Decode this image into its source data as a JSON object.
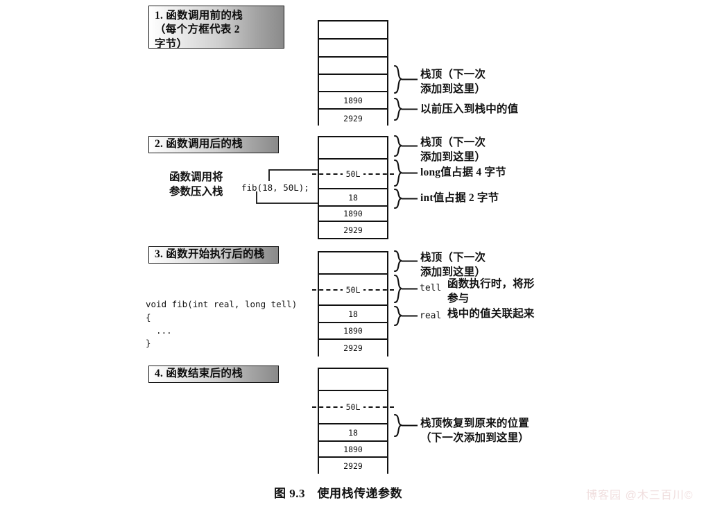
{
  "figure": {
    "caption": "图 9.3　使用栈传递参数",
    "watermark": "博客园 @木三百川©"
  },
  "sections": [
    {
      "id": "before-call",
      "banner": "1. 函数调用前的栈\n（每个方框代表 2\n字节）",
      "stack": {
        "cells": [
          {
            "value": "",
            "kind": "empty"
          },
          {
            "value": "",
            "kind": "empty"
          },
          {
            "value": "",
            "kind": "empty"
          },
          {
            "value": "",
            "kind": "empty"
          },
          {
            "value": "1890",
            "kind": "value"
          },
          {
            "value": "2929",
            "kind": "value"
          }
        ]
      },
      "annotations": [
        {
          "id": "top-of-stack",
          "text": "栈顶（下一次\n添加到这里）"
        },
        {
          "id": "previously-pushed",
          "text": "以前压入到栈中的值"
        }
      ]
    },
    {
      "id": "after-call",
      "banner": "2. 函数调用后的栈",
      "flow_label": "函数调用将\n参数压入栈",
      "code": "fib(18, 50L);",
      "stack": {
        "cells": [
          {
            "value": "",
            "kind": "empty"
          },
          {
            "value": "50L",
            "kind": "long"
          },
          {
            "value": "18",
            "kind": "value"
          },
          {
            "value": "1890",
            "kind": "value"
          },
          {
            "value": "2929",
            "kind": "value"
          }
        ]
      },
      "annotations": [
        {
          "id": "top-of-stack",
          "text": "栈顶（下一次\n添加到这里）"
        },
        {
          "id": "long-size",
          "text": "long值占据 4 字节"
        },
        {
          "id": "int-size",
          "text": "int值占据 2 字节"
        }
      ]
    },
    {
      "id": "executing",
      "banner": "3. 函数开始执行后的栈",
      "code": "void fib(int real, long tell)\n{\n  ...\n}",
      "stack": {
        "cells": [
          {
            "value": "",
            "kind": "empty"
          },
          {
            "value": "50L",
            "kind": "long"
          },
          {
            "value": "18",
            "kind": "value"
          },
          {
            "value": "1890",
            "kind": "value"
          },
          {
            "value": "2929",
            "kind": "value"
          }
        ]
      },
      "annotations": [
        {
          "id": "top-of-stack",
          "text": "栈顶（下一次\n添加到这里）"
        },
        {
          "id": "param-tell",
          "mono": "tell",
          "text": "函数执行时，将形\n参与"
        },
        {
          "id": "param-real",
          "mono": "real",
          "text": "栈中的值关联起来"
        }
      ]
    },
    {
      "id": "after-return",
      "banner": "4. 函数结束后的栈",
      "stack": {
        "cells": [
          {
            "value": "",
            "kind": "empty"
          },
          {
            "value": "50L",
            "kind": "long"
          },
          {
            "value": "18",
            "kind": "value"
          },
          {
            "value": "1890",
            "kind": "value"
          },
          {
            "value": "2929",
            "kind": "value"
          }
        ]
      },
      "annotations": [
        {
          "id": "restored-top",
          "text": "栈顶恢复到原来的位置\n（下一次添加到这里）"
        }
      ]
    }
  ],
  "colors": {
    "ink": "#111111",
    "banner_light": "#ffffff",
    "banner_dark": "#8a8a8a",
    "watermark": "#f0dede"
  }
}
